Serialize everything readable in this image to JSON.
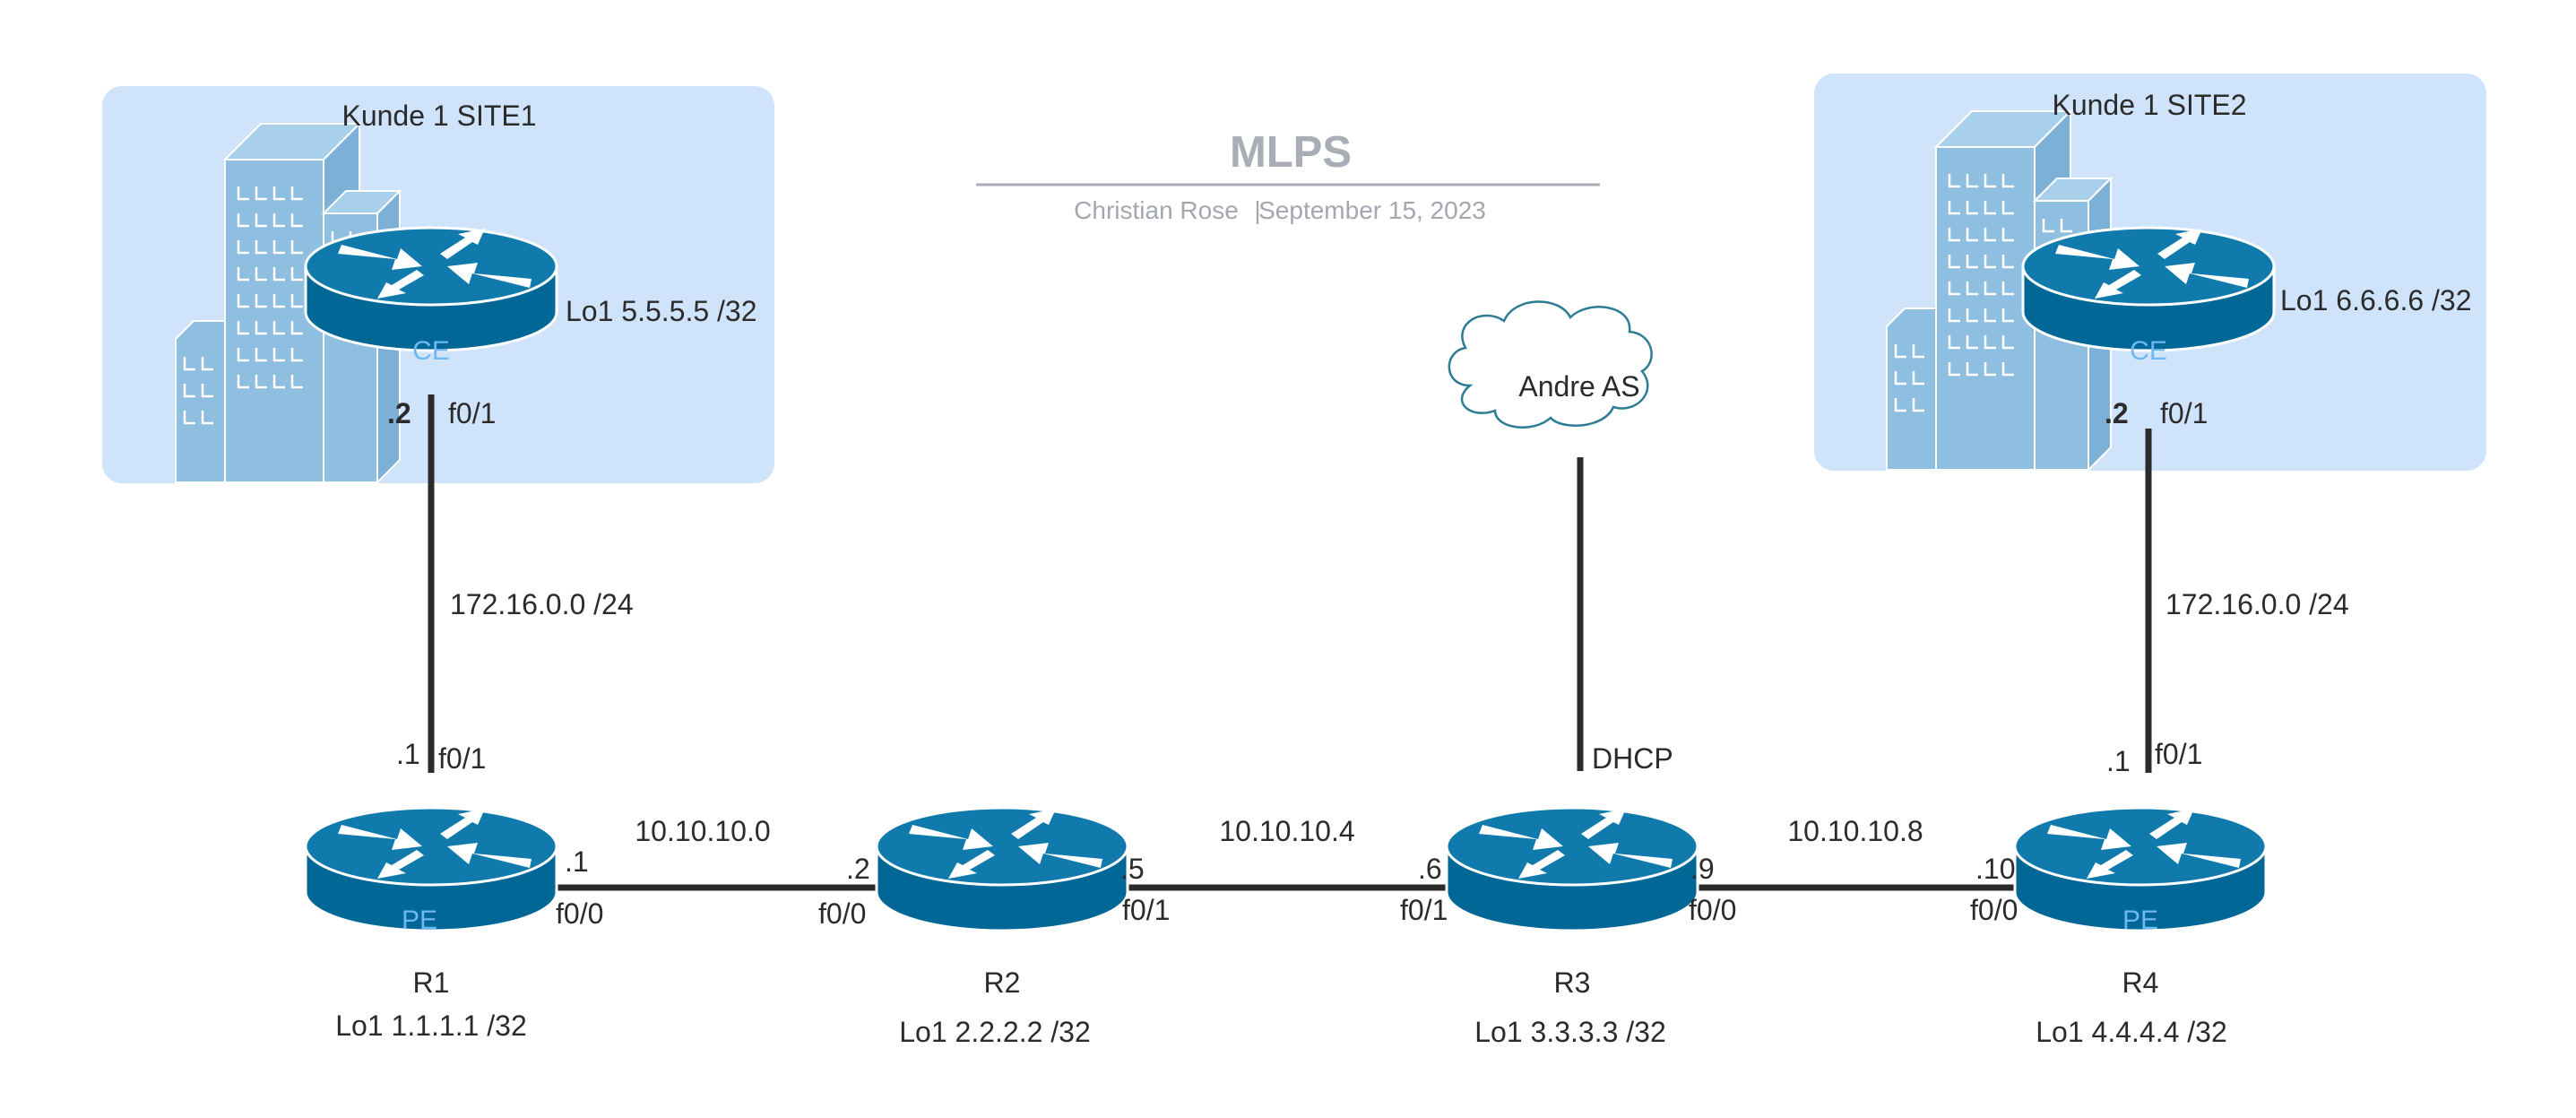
{
  "title": "MLPS",
  "subtitle": {
    "author": "Christian Rose",
    "separator": "|",
    "date": "September 15, 2023"
  },
  "colors": {
    "router_body": "#006797",
    "router_top": "#0f7aab",
    "router_label": "#6fb7f2",
    "site_bg": "#cfe4fb",
    "building": "#8fbfe0",
    "link": "#2b2b2b",
    "cloud_stroke": "#2d7b94"
  },
  "icons": {
    "router": "router-icon",
    "building": "building-icon",
    "cloud": "cloud-icon"
  },
  "sites": {
    "site1": {
      "name": "Kunde 1 SITE1",
      "device": "CE",
      "loopback": "Lo1 5.5.5.5 /32",
      "addr": ".2",
      "iface": "f0/1"
    },
    "site2": {
      "name": "Kunde 1 SITE2",
      "device": "CE",
      "loopback": "Lo1 6.6.6.6 /32",
      "addr": ".2",
      "iface": "f0/1"
    }
  },
  "cloud": {
    "label": "Andre AS",
    "link_label": "DHCP"
  },
  "routers": {
    "r1": {
      "device": "PE",
      "name": "R1",
      "loopback": "Lo1 1.1.1.1 /32",
      "up_addr": ".1",
      "up_iface": "f0/1",
      "right_addr": ".1",
      "right_iface": "f0/0"
    },
    "r2": {
      "name": "R2",
      "loopback": "Lo1 2.2.2.2 /32",
      "left_addr": ".2",
      "left_iface": "f0/0",
      "right_addr": ".5",
      "right_iface": "f0/1"
    },
    "r3": {
      "name": "R3",
      "loopback": "Lo1 3.3.3.3 /32",
      "left_addr": ".6",
      "left_iface": "f0/1",
      "right_addr": ".9",
      "right_iface": "f0/0"
    },
    "r4": {
      "device": "PE",
      "name": "R4",
      "loopback": "Lo1 4.4.4.4 /32",
      "up_addr": ".1",
      "up_iface": "f0/1",
      "left_addr": ".10",
      "left_iface": "f0/0"
    }
  },
  "links": {
    "ce1_r1": "172.16.0.0 /24",
    "ce2_r4": "172.16.0.0 /24",
    "r1_r2": "10.10.10.0",
    "r2_r3": "10.10.10.4",
    "r3_r4": "10.10.10.8"
  }
}
